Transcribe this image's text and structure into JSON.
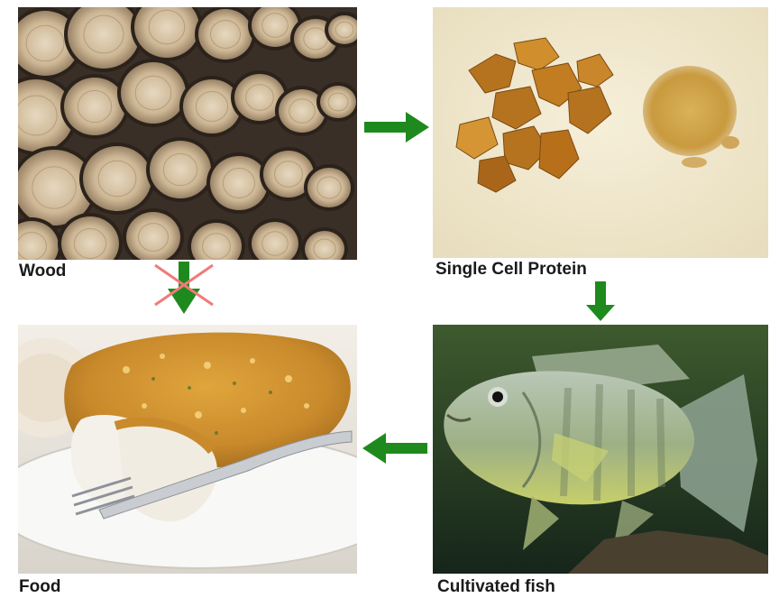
{
  "stages": {
    "wood": {
      "label": "Wood"
    },
    "scp": {
      "label": "Single Cell Protein"
    },
    "fish": {
      "label": "Cultivated fish"
    },
    "food": {
      "label": "Food"
    }
  },
  "colors": {
    "arrow": "#1e8a1e",
    "cross": "#f07a7a"
  },
  "icons": {
    "flow_arrow": "arrow-icon",
    "blocked": "cross-icon"
  }
}
